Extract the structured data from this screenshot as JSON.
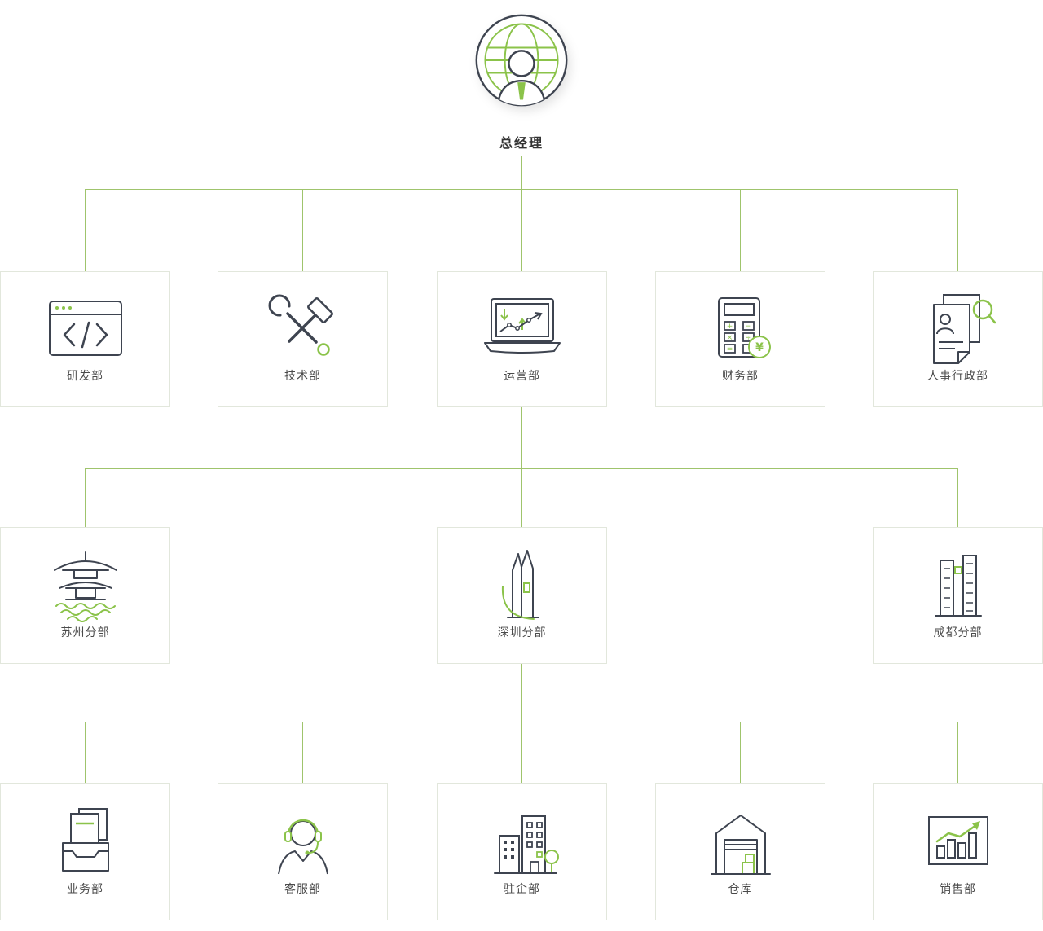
{
  "root": {
    "label": "总经理",
    "icon": "general-manager-globe-icon"
  },
  "level2": {
    "parent": "总经理",
    "nodes": [
      {
        "label": "研发部",
        "icon": "code-window-icon"
      },
      {
        "label": "技术部",
        "icon": "wrench-hammer-icon"
      },
      {
        "label": "运营部",
        "icon": "laptop-chart-icon"
      },
      {
        "label": "财务部",
        "icon": "calculator-yen-icon"
      },
      {
        "label": "人事行政部",
        "icon": "resume-search-icon"
      }
    ]
  },
  "level3": {
    "parent": "运营部",
    "nodes": [
      {
        "label": "苏州分部",
        "icon": "pagoda-water-icon"
      },
      {
        "label": "深圳分部",
        "icon": "skyscraper-icon"
      },
      {
        "label": "成都分部",
        "icon": "twin-towers-icon"
      }
    ]
  },
  "level4": {
    "parent": "深圳分部",
    "nodes": [
      {
        "label": "业务部",
        "icon": "documents-tray-icon"
      },
      {
        "label": "客服部",
        "icon": "headset-agent-icon"
      },
      {
        "label": "驻企部",
        "icon": "buildings-tree-icon"
      },
      {
        "label": "仓库",
        "icon": "warehouse-boxes-icon"
      },
      {
        "label": "销售部",
        "icon": "sales-growth-chart-icon"
      }
    ]
  },
  "colors": {
    "connector_green": "#9fc46c",
    "card_border": "#e2e7dc",
    "icon_dark": "#3e4450",
    "icon_green": "#8bc34a",
    "label_text": "#4a4a4a"
  }
}
